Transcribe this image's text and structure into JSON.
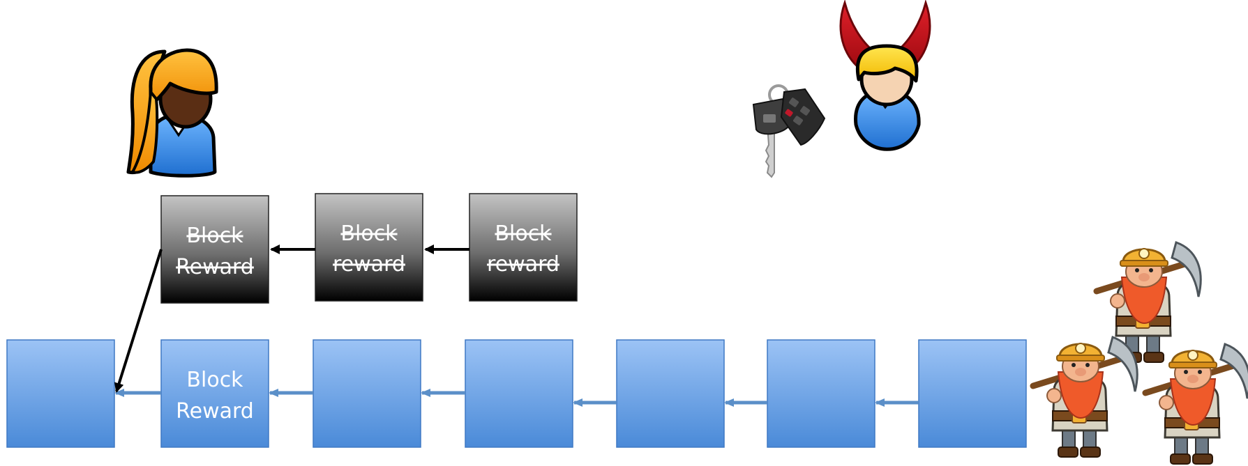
{
  "main_chain": {
    "block_count": 7,
    "labeled_block": {
      "line1": "Block",
      "line2": "Reward"
    },
    "color_top": "#9cc3f5",
    "color_bottom": "#4a8ad8",
    "arrow_color": "#5b8fc8"
  },
  "fork_chain": {
    "blocks": [
      {
        "line1": "Block",
        "line2": "Reward"
      },
      {
        "line1": "Block",
        "line2": "reward"
      },
      {
        "line1": "Block",
        "line2": "reward"
      }
    ],
    "color_top": "#c0c0c0",
    "color_bottom": "#000000",
    "struck_through": true
  },
  "actors": [
    {
      "name": "alice",
      "icon": "woman-avatar-icon"
    },
    {
      "name": "attacker",
      "icon": "devil-avatar-icon"
    },
    {
      "name": "car-keys",
      "icon": "car-keys-icon"
    },
    {
      "name": "miners",
      "icon": "dwarf-miner-icon",
      "count": 3
    }
  ]
}
